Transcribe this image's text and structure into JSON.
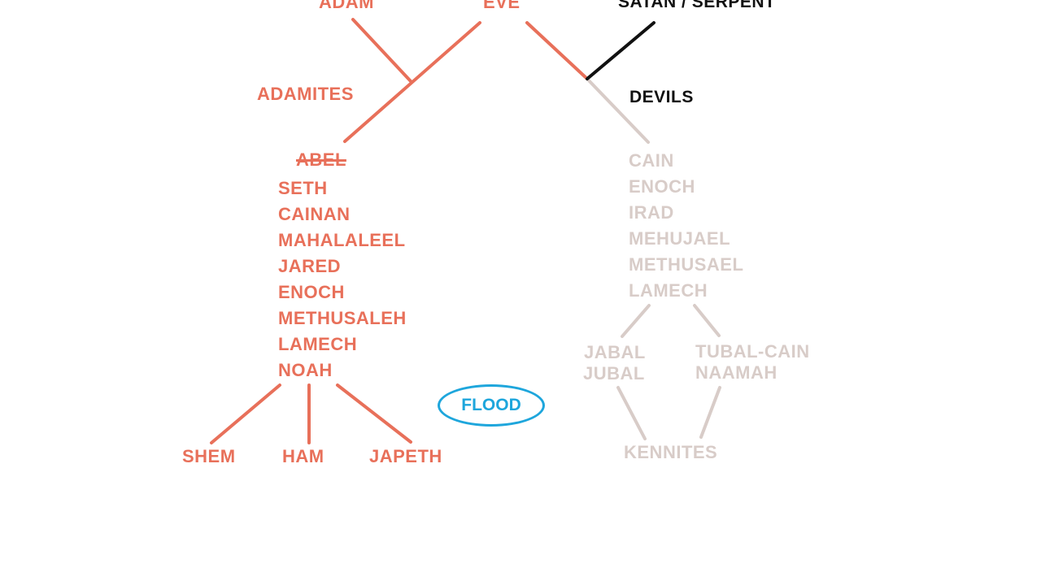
{
  "colors": {
    "line_red": "#e8705a",
    "line_grey": "#d8ccc8",
    "line_black": "#111111",
    "flood_blue": "#1ea6dc"
  },
  "top": {
    "adam": "ADAM",
    "eve": "EVE",
    "satan": "SATAN / SERPENT"
  },
  "adamites": "ADAMITES",
  "devils": "DEVILS",
  "seth_line": {
    "abel": "ABEL",
    "names": [
      "SETH",
      "CAINAN",
      "MAHALALEEL",
      "JARED",
      "ENOCH",
      "METHUSALEH",
      "LAMECH",
      "NOAH"
    ]
  },
  "cain_line": {
    "names": [
      "CAIN",
      "ENOCH",
      "IRAD",
      "MEHUJAEL",
      "METHUSAEL",
      "LAMECH"
    ]
  },
  "noah_sons": [
    "SHEM",
    "HAM",
    "JAPETH"
  ],
  "flood": "FLOOD",
  "lamech_children_left": [
    "JABAL",
    "JUBAL"
  ],
  "lamech_children_right": [
    "TUBAL-CAIN",
    "NAAMAH"
  ],
  "kennites": "KENNITES"
}
